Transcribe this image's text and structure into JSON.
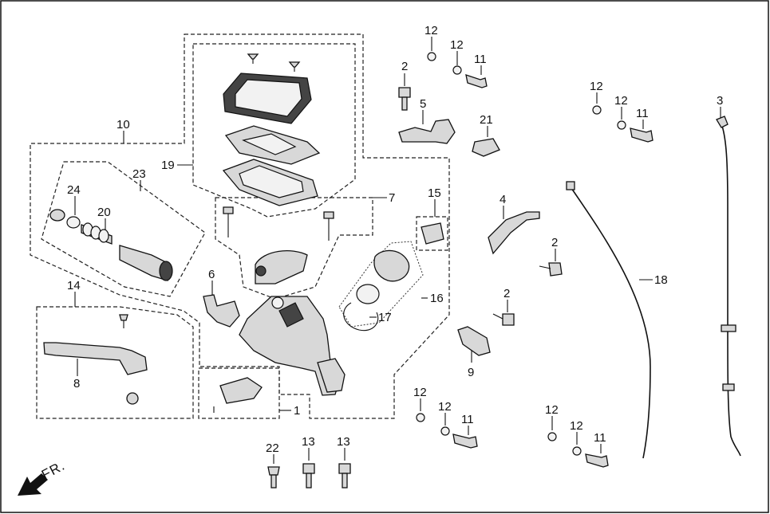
{
  "direction_label": "FR.",
  "callouts": [
    {
      "id": "10",
      "text": "10"
    },
    {
      "id": "19",
      "text": "19"
    },
    {
      "id": "23",
      "text": "23"
    },
    {
      "id": "24",
      "text": "24"
    },
    {
      "id": "20",
      "text": "20"
    },
    {
      "id": "7",
      "text": "7"
    },
    {
      "id": "15",
      "text": "15"
    },
    {
      "id": "6",
      "text": "6"
    },
    {
      "id": "16",
      "text": "16"
    },
    {
      "id": "17",
      "text": "17"
    },
    {
      "id": "14",
      "text": "14"
    },
    {
      "id": "8",
      "text": "8"
    },
    {
      "id": "1",
      "text": "1"
    },
    {
      "id": "22",
      "text": "22"
    },
    {
      "id": "13a",
      "text": "13"
    },
    {
      "id": "13b",
      "text": "13"
    },
    {
      "id": "2a",
      "text": "2"
    },
    {
      "id": "12a",
      "text": "12"
    },
    {
      "id": "12b",
      "text": "12"
    },
    {
      "id": "11a",
      "text": "11"
    },
    {
      "id": "5",
      "text": "5"
    },
    {
      "id": "21",
      "text": "21"
    },
    {
      "id": "4",
      "text": "4"
    },
    {
      "id": "2b",
      "text": "2"
    },
    {
      "id": "2c",
      "text": "2"
    },
    {
      "id": "9",
      "text": "9"
    },
    {
      "id": "12c",
      "text": "12"
    },
    {
      "id": "12d",
      "text": "12"
    },
    {
      "id": "11b",
      "text": "11"
    },
    {
      "id": "12e",
      "text": "12"
    },
    {
      "id": "12f",
      "text": "12"
    },
    {
      "id": "11c",
      "text": "11"
    },
    {
      "id": "18",
      "text": "18"
    },
    {
      "id": "12g",
      "text": "12"
    },
    {
      "id": "12h",
      "text": "12"
    },
    {
      "id": "11d",
      "text": "11"
    },
    {
      "id": "3",
      "text": "3"
    }
  ]
}
